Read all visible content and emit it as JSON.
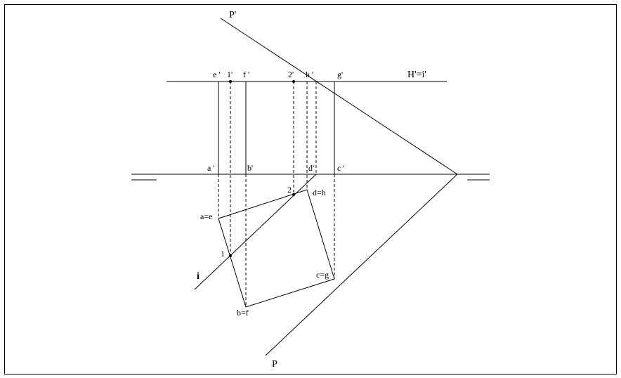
{
  "labels": {
    "P_prime": "P'",
    "P": "P",
    "H_i": "H'=i'",
    "e_prime": "e '",
    "one_prime": "1'",
    "f_prime": "f '",
    "two_prime": "2'",
    "h_prime": "h '",
    "g_prime": "g'",
    "a_prime": "a '",
    "b_prime": "b'",
    "d_prime": "d'",
    "c_prime": "c '",
    "two": "2",
    "d_h": "d=h",
    "a_e": "a=e",
    "one": "1",
    "i": "i",
    "c_g": "c=g",
    "b_f": "b=f"
  }
}
